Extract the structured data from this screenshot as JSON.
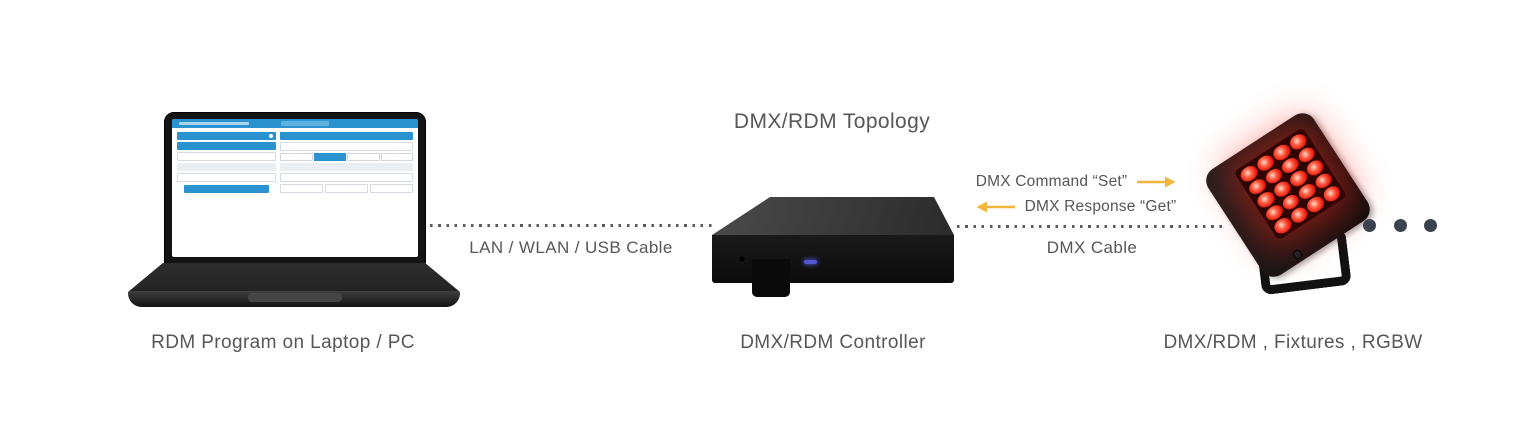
{
  "title": "DMX/RDM Topology",
  "colors": {
    "accent_yellow": "#f2b63c",
    "app_blue": "#2a93cf",
    "led_red": "#e31408",
    "label_gray": "#56575b",
    "status_led_blue": "#5157d2"
  },
  "nodes": {
    "laptop": {
      "label": "RDM Program on Laptop / PC"
    },
    "controller": {
      "label": "DMX/RDM Controller"
    },
    "fixture": {
      "label": "DMX/RDM , Fixtures , RGBW"
    }
  },
  "links": {
    "laptop_to_controller": {
      "label": "LAN / WLAN / USB Cable"
    },
    "controller_to_fixture": {
      "label": "DMX Cable",
      "command": "DMX Command “Set”",
      "response": "DMX Response “Get”"
    }
  }
}
